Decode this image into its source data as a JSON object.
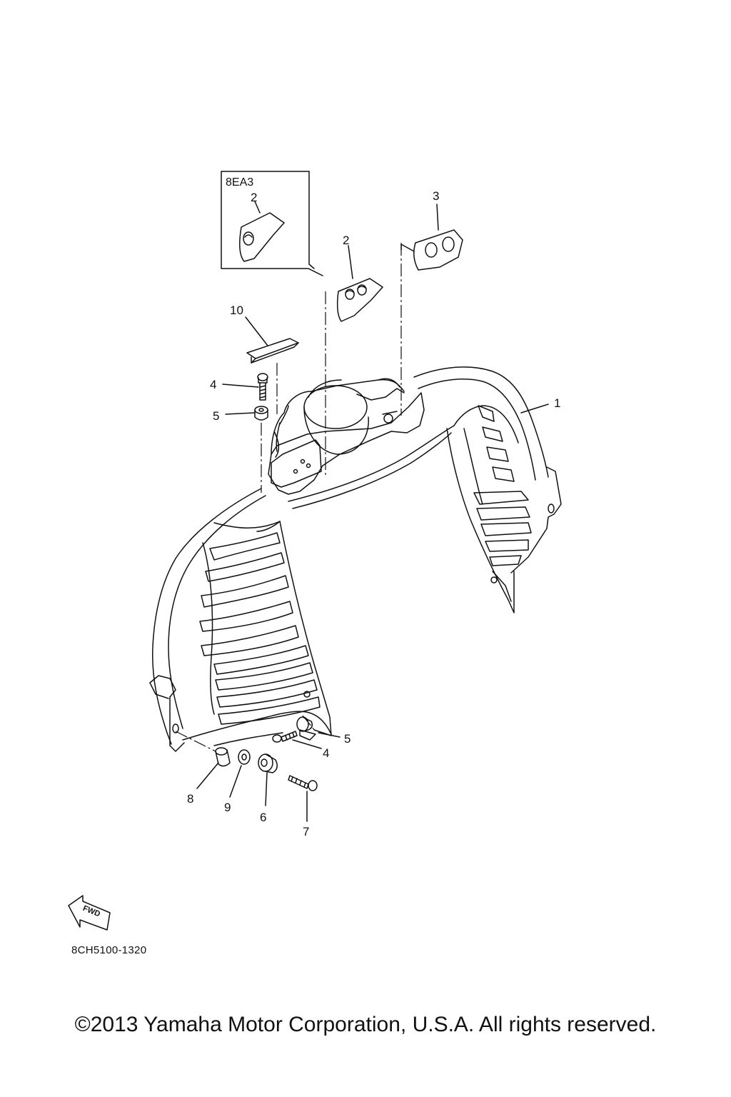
{
  "inset": {
    "code": "8EA3",
    "part_number": "2"
  },
  "callouts": {
    "c1": "1",
    "c2": "2",
    "c3": "3",
    "c4_top": "4",
    "c5_top": "5",
    "c10": "10",
    "c5_bottom": "5",
    "c4_bottom": "4",
    "c8": "8",
    "c9": "9",
    "c6": "6",
    "c7": "7"
  },
  "fwd_arrow": {
    "label": "FWD"
  },
  "diagram_code": "8CH5100-1320",
  "copyright": "©2013 Yamaha Motor Corporation, U.S.A. All rights reserved."
}
